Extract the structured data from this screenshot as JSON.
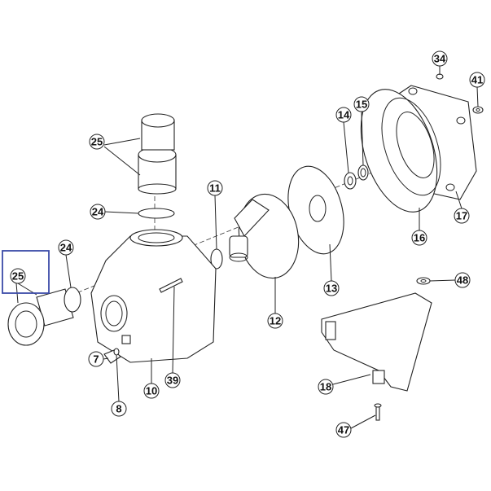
{
  "diagram": {
    "highlight_color": "#3a4aa8",
    "callouts": [
      {
        "id": "c34",
        "label": "34"
      },
      {
        "id": "c41",
        "label": "41"
      },
      {
        "id": "c14",
        "label": "14"
      },
      {
        "id": "c15",
        "label": "15"
      },
      {
        "id": "c25top",
        "label": "25"
      },
      {
        "id": "c11",
        "label": "11"
      },
      {
        "id": "c24top",
        "label": "24"
      },
      {
        "id": "c17",
        "label": "17"
      },
      {
        "id": "c16",
        "label": "16"
      },
      {
        "id": "c13",
        "label": "13"
      },
      {
        "id": "c12",
        "label": "12"
      },
      {
        "id": "c24left",
        "label": "24"
      },
      {
        "id": "c25left",
        "label": "25"
      },
      {
        "id": "c48",
        "label": "48"
      },
      {
        "id": "c7",
        "label": "7"
      },
      {
        "id": "c10",
        "label": "10"
      },
      {
        "id": "c39",
        "label": "39"
      },
      {
        "id": "c8",
        "label": "8"
      },
      {
        "id": "c18",
        "label": "18"
      },
      {
        "id": "c47",
        "label": "47"
      }
    ]
  }
}
